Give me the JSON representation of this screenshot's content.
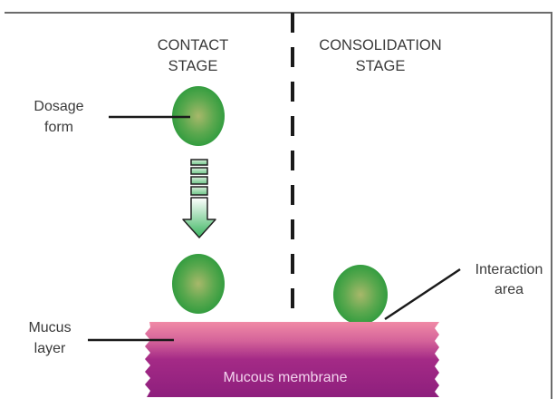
{
  "diagram": {
    "title_left": {
      "line1": "CONTACT",
      "line2": "STAGE"
    },
    "title_right": {
      "line1": "CONSOLIDATION",
      "line2": "STAGE"
    },
    "labels": {
      "dosage_form": {
        "line1": "Dosage",
        "line2": "form"
      },
      "mucus_layer": {
        "line1": "Mucus",
        "line2": "layer"
      },
      "interaction_area": {
        "line1": "Interaction",
        "line2": "area"
      },
      "mucous_membrane": "Mucous membrane"
    },
    "colors": {
      "sphere_dark": "#2e9a3e",
      "sphere_light": "#a8b86a",
      "mucus_pink": "#e77fa6",
      "membrane_purple": "#8e1f7d",
      "divider": "#1a1a1a",
      "frame": "#6b6b6b"
    },
    "components": [
      "dosage-form-sphere",
      "transition-arrow",
      "sphere-contact",
      "sphere-consolidation",
      "mucous-membrane"
    ]
  }
}
